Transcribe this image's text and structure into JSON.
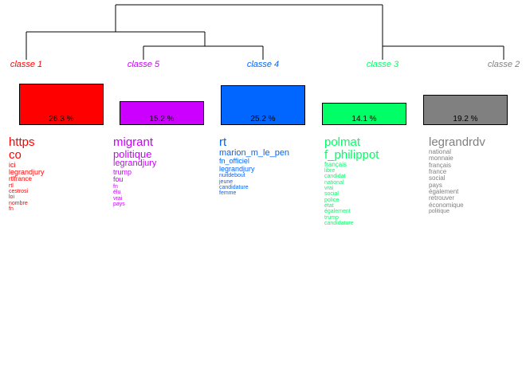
{
  "classes": [
    {
      "key": "c1",
      "label": "classe  1",
      "percent": "26.3 %",
      "share": 26.3,
      "color": "#ff0000",
      "words": [
        "https",
        "co",
        "ici",
        "legrandjury",
        "rtlfrance",
        "rtl",
        "cestrosi",
        "loi",
        "nombre",
        "fn"
      ]
    },
    {
      "key": "c5",
      "label": "classe  5",
      "percent": "15.2 %",
      "share": 15.2,
      "color": "#cc00ff",
      "words": [
        "migrant",
        "politique",
        "legrandjury",
        "trump",
        "fou",
        "fn",
        "élu",
        "vrai",
        "pays"
      ]
    },
    {
      "key": "c4",
      "label": "classe  4",
      "percent": "25.2 %",
      "share": 25.2,
      "color": "#0066ff",
      "words": [
        "rt",
        "marion_m_le_pen",
        "fn_officiel",
        "legrandjury",
        "nuitdebout",
        "jeune",
        "candidature",
        "femme"
      ]
    },
    {
      "key": "c3",
      "label": "classe  3",
      "percent": "14.1 %",
      "share": 14.1,
      "color": "#00ff66",
      "words": [
        "polmat",
        "f_philippot",
        "français",
        "libre",
        "candidat",
        "national",
        "vrai",
        "social",
        "police",
        "état",
        "également",
        "trump",
        "candidature"
      ]
    },
    {
      "key": "c2",
      "label": "classe  2",
      "percent": "19.2 %",
      "share": 19.2,
      "color": "#808080",
      "words": [
        "legrandrdv",
        "national",
        "monnaie",
        "français",
        "france",
        "social",
        "pays",
        "également",
        "retrouver",
        "économique",
        "politique"
      ]
    }
  ]
}
